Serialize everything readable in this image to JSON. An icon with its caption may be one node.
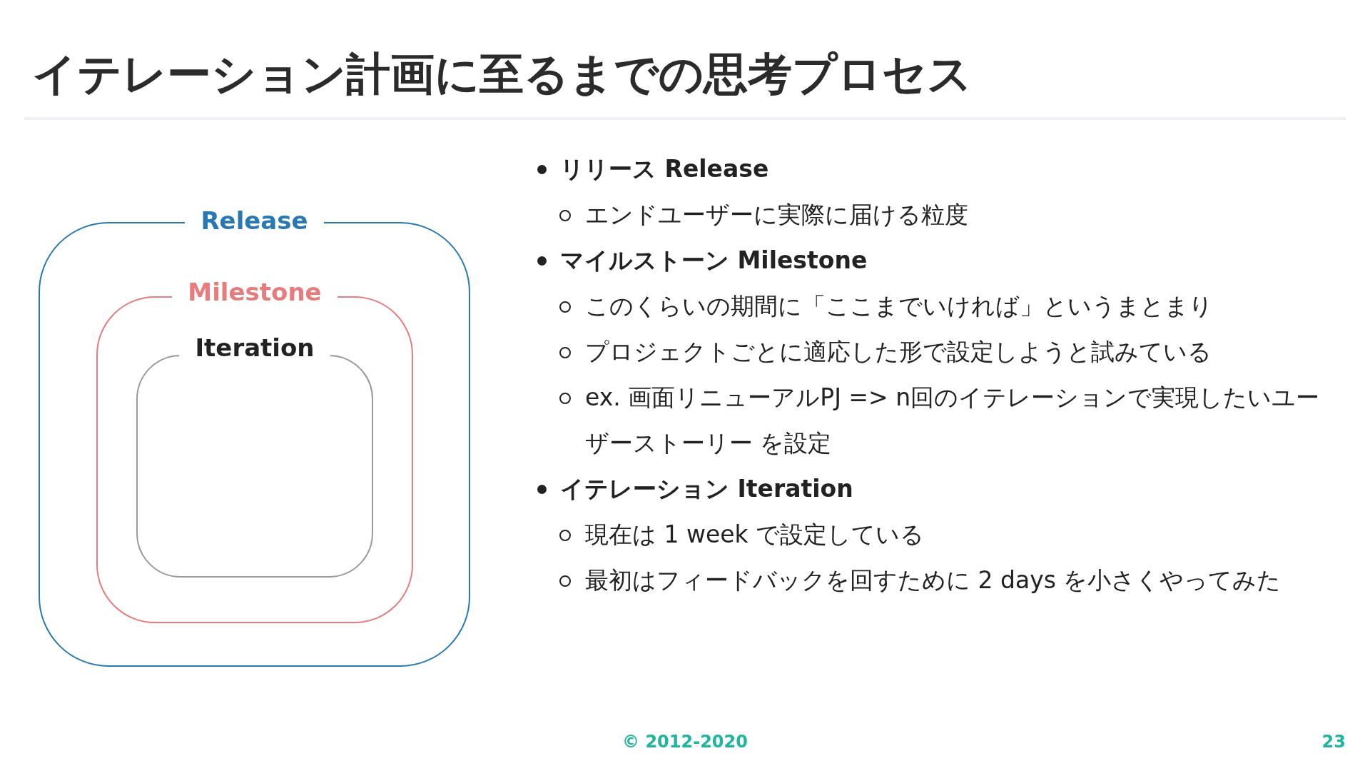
{
  "diagram": {
    "title": "イテレーション計画に至るまでの思考プロセス",
    "nodes": [
      {
        "text": [
          "Release"
        ]
      },
      {
        "text": [
          "Milestone"
        ],
        "in": 0
      },
      {
        "text": [
          "Iteration"
        ],
        "in": 1
      }
    ],
    "labels": [
      "リリース Release",
      "エンドユーザーに実際に届ける粒度",
      "マイルストーン Milestone",
      "このくらいの期間に「ここまでいければ」というまとまり",
      "プロジェクトごとに適応した形で設定しようと試みている",
      "ex. 画面リニューアルPJ => n回のイテレーションで実現したいユーザーストーリー を設定",
      "イテレーション Iteration",
      "現在は 1 week で設定している",
      "最初はフィードバックを回すために 2 days を小さくやってみた",
      "© 2012-2020",
      "23"
    ]
  }
}
